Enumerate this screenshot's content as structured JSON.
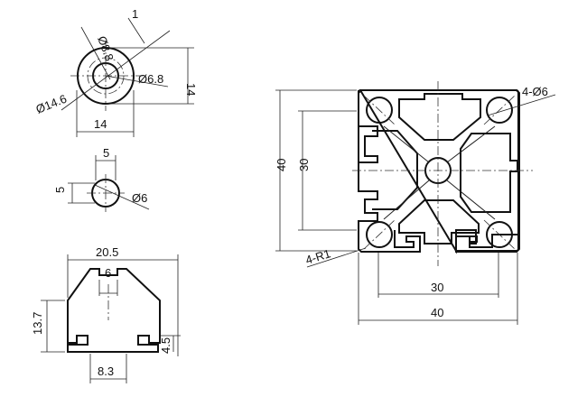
{
  "views": {
    "end_tap": {
      "diameter_outer": "Ø14.6",
      "diameter_mid": "Ø8.8",
      "diameter_inner": "Ø6.8",
      "gap": "1",
      "width": "14",
      "height": "14"
    },
    "hole": {
      "width": "5",
      "height": "5",
      "diameter": "Ø6"
    },
    "slot": {
      "width": "20.5",
      "opening": "6",
      "height": "13.7",
      "lip": "4.5",
      "base": "8.3"
    },
    "profile": {
      "holes": "4-Ø6",
      "radius": "4-R1",
      "outer_height": "40",
      "inner_height": "30",
      "inner_width": "30",
      "outer_width": "40"
    }
  },
  "colors": {
    "line": "#111111",
    "background": "#ffffff"
  }
}
